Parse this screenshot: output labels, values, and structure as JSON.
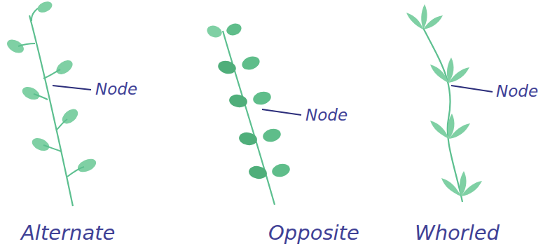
{
  "diagram": {
    "labels": [
      "Node",
      "Node",
      "Node",
      "Alternate",
      "Opposite",
      "Whorled"
    ]
  }
}
